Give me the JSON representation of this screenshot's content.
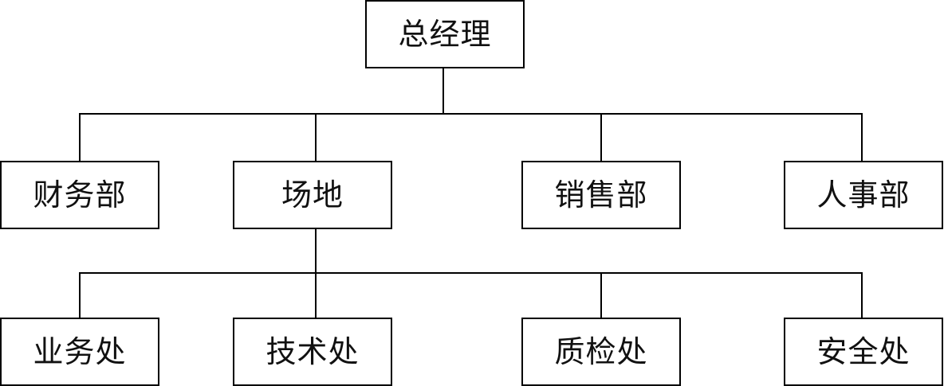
{
  "org_chart": {
    "root": {
      "label": "总经理"
    },
    "departments": [
      {
        "label": "财务部"
      },
      {
        "label": "场地"
      },
      {
        "label": "销售部"
      },
      {
        "label": "人事部"
      }
    ],
    "subunits": [
      {
        "label": "业务处"
      },
      {
        "label": "技术处"
      },
      {
        "label": "质检处"
      },
      {
        "label": "安全处"
      }
    ]
  }
}
